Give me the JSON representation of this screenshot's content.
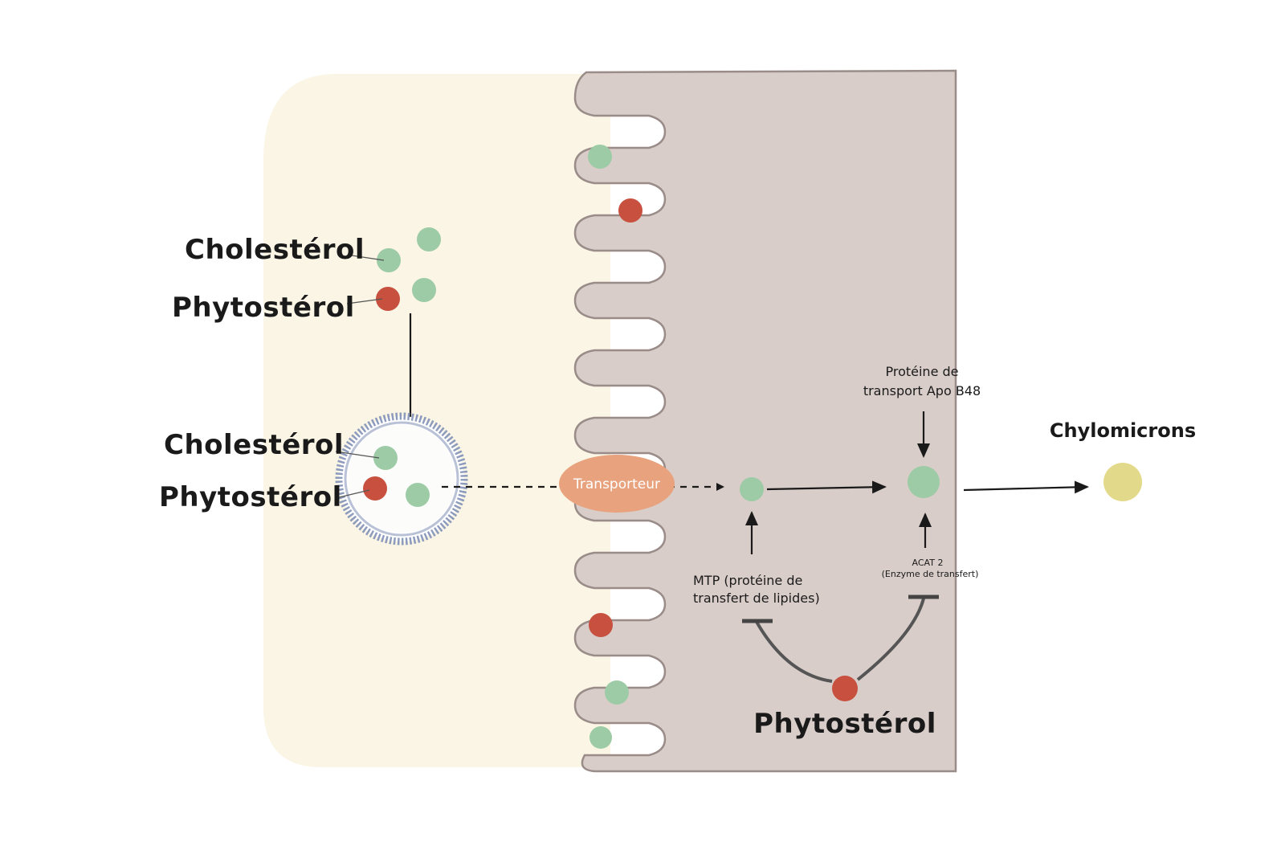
{
  "labels": {
    "cholesterol_top": "Cholestérol",
    "phytosterol_top": "Phytostérol",
    "cholesterol_micelle": "Cholestérol",
    "phytosterol_micelle": "Phytostérol",
    "transporter": "Transporteur",
    "apo_b48_line1": "Protéine de",
    "apo_b48_line2": "transport Apo B48",
    "chylomicrons": "Chylomicrons",
    "mtp_line1": "MTP (protéine de",
    "mtp_line2": "transfert de lipides)",
    "acat_line1": "ACAT 2",
    "acat_line2": "(Enzyme de transfert)",
    "phytosterol_bottom": "Phytostérol"
  },
  "colors": {
    "lumen": "#faf5e4",
    "cell": "#d9cdc9",
    "membrane_stroke": "#9a8c88",
    "cholesterol": "#9ccba5",
    "phytosterol": "#c7503f",
    "transporter": "#e8a27d",
    "chylomicron": "#e3d98a",
    "micelle_ring": "#8d9bbd"
  }
}
